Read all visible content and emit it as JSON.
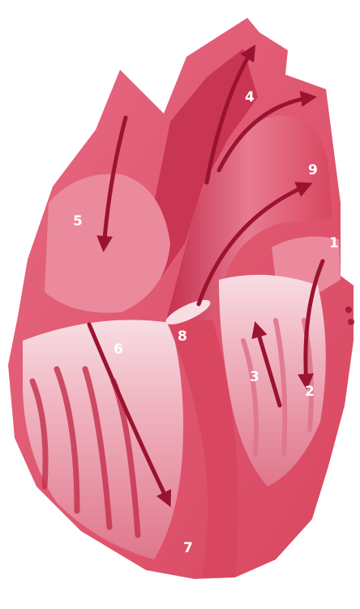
{
  "diagram": {
    "colors": {
      "background": "#ffffff",
      "outer_wall": "#d9465f",
      "light_wall": "#ea8a9c",
      "chamber": "#f0b5c1",
      "pale": "#f8dde3",
      "dark": "#a61d38",
      "arrow": "#9a1330",
      "label": "#ffffff"
    },
    "labels": [
      "1",
      "2",
      "3",
      "4",
      "5",
      "6",
      "7",
      "8",
      "9"
    ]
  }
}
